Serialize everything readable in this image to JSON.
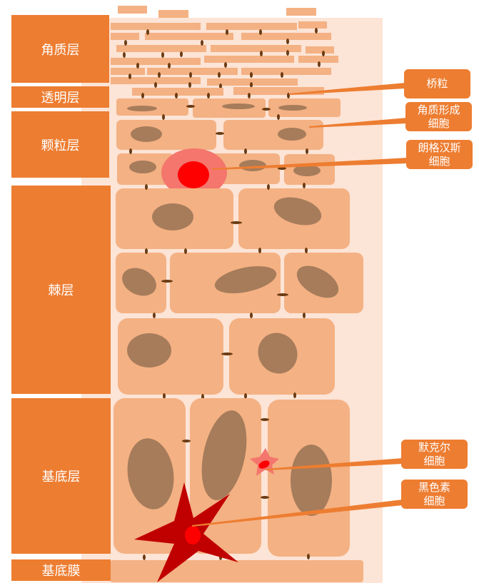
{
  "layers": [
    {
      "key": "stratum-corneum",
      "label": "角质层"
    },
    {
      "key": "stratum-lucidum",
      "label": "透明层"
    },
    {
      "key": "stratum-granulosum",
      "label": "颗粒层"
    },
    {
      "key": "stratum-spinosum",
      "label": "棘层"
    },
    {
      "key": "stratum-basale",
      "label": "基底层"
    },
    {
      "key": "basement-membrane",
      "label": "基底膜"
    }
  ],
  "callouts": [
    {
      "key": "desmosome",
      "label": "桥粒"
    },
    {
      "key": "keratinocyte",
      "label": "角质形成\n细胞"
    },
    {
      "key": "langerhans-cell",
      "label": "朗格汉斯\n细胞"
    },
    {
      "key": "merkel-cell",
      "label": "默克尔\n细胞"
    },
    {
      "key": "melanocyte",
      "label": "黑色素\n细胞"
    }
  ],
  "colors": {
    "label_fill": "#ed7d31",
    "cell_fill": "#f4b183",
    "nucleus_fill": "#a67c5b",
    "tissue_background": "#fce4d6",
    "melanocyte_fill": "#c00000",
    "langerhans_glow": "#f4766d",
    "langerhans_core": "#ff0000",
    "merkel_fill": "#f4766d"
  }
}
